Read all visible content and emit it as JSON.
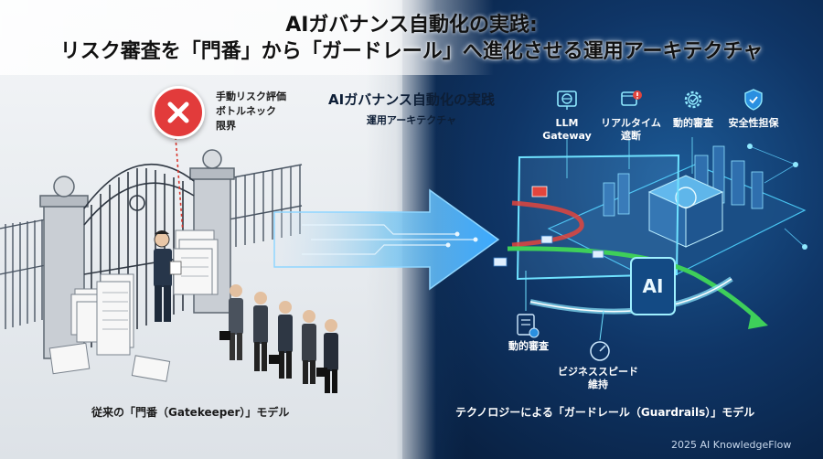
{
  "title": {
    "line1": "AIガバナンス自動化の実践:",
    "line2": "リスク審査を「門番」から「ガードレール」へ進化させる運用アーキテクチャ"
  },
  "subtitle": {
    "line1": "AIガバナンス自動化の実践",
    "line2": "運用アーキテクチャ"
  },
  "left_panel": {
    "callout_line1": "手動リスク評価",
    "callout_line2": "ボトルネック",
    "callout_line3": "限界",
    "caption": "従来の「門番（Gatekeeper）」モデル"
  },
  "right_panel": {
    "features": [
      {
        "line1": "LLM",
        "line2": "Gateway",
        "icon": "globe-icon"
      },
      {
        "line1": "リアルタイム",
        "line2": "遮断",
        "icon": "alert-window-icon"
      },
      {
        "line1": "動的審査",
        "line2": "",
        "icon": "gear-check-icon"
      },
      {
        "line1": "安全性担保",
        "line2": "",
        "icon": "shield-check-icon"
      }
    ],
    "chip_label": "AI",
    "dynamic_review_label": "動的審査",
    "speed_label_line1": "ビジネススピード",
    "speed_label_line2": "維持",
    "caption": "テクノロジーによる「ガードレール（Guardrails）」モデル"
  },
  "credit": "2025 AI KnowledgeFlow",
  "colors": {
    "left_background": "#e6eaee",
    "right_background": "#0f3566",
    "accent_cyan": "#4fd3ff",
    "red_path": "#e2453d",
    "green_path": "#3ecf5a",
    "badge_red": "#e23b3b"
  }
}
